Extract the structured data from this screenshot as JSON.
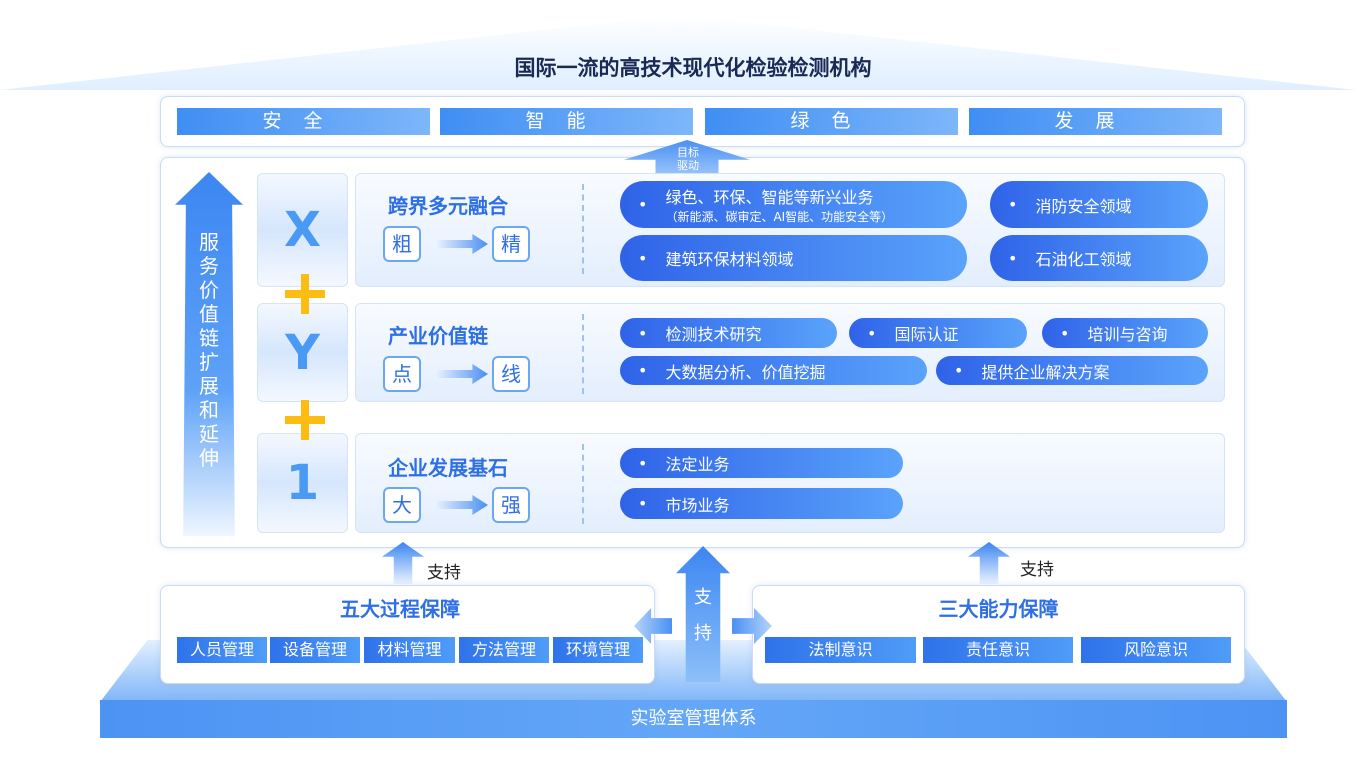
{
  "title": "国际一流的高技术现代化检验检测机构",
  "goals": [
    "安全",
    "智能",
    "绿色",
    "发展"
  ],
  "goal_arrow": {
    "line1": "目标",
    "line2": "驱动"
  },
  "side_arrow": "服务价值链扩展和延伸",
  "rows": [
    {
      "letter": "X",
      "title": "跨界多元融合",
      "from": "粗",
      "to": "精"
    },
    {
      "letter": "Y",
      "title": "产业价值链",
      "from": "点",
      "to": "线"
    },
    {
      "letter": "1",
      "title": "企业发展基石",
      "from": "大",
      "to": "强"
    }
  ],
  "row1_pills": {
    "a_main": "绿色、环保、智能等新兴业务",
    "a_sub": "（新能源、碳审定、AI智能、功能安全等）",
    "b": "建筑环保材料领域",
    "c": "消防安全领域",
    "d": "石油化工领域"
  },
  "row2_pills": [
    "检测技术研究",
    "国际认证",
    "培训与咨询",
    "大数据分析、价值挖掘",
    "提供企业解决方案"
  ],
  "row3_pills": [
    "法定业务",
    "市场业务"
  ],
  "bullet": "•",
  "support": "支持",
  "center_support": [
    "支",
    "持"
  ],
  "left_block": {
    "title": "五大过程保障",
    "items": [
      "人员管理",
      "设备管理",
      "材料管理",
      "方法管理",
      "环境管理"
    ]
  },
  "right_block": {
    "title": "三大能力保障",
    "items": [
      "法制意识",
      "责任意识",
      "风险意识"
    ]
  },
  "base": "实验室管理体系",
  "colors": {
    "accent": "#2e6fe6",
    "plus": "#fdbc12"
  }
}
